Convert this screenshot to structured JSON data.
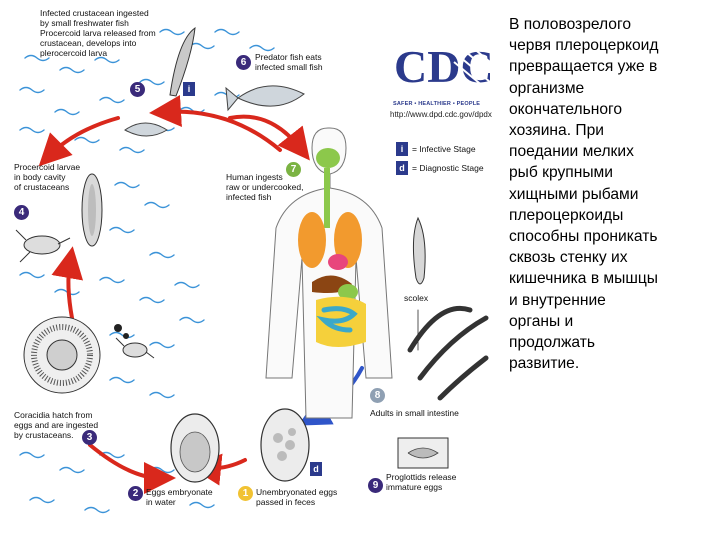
{
  "logo": {
    "text": "CDC",
    "tagline": "SAFER • HEALTHIER • PEOPLE",
    "url": "http://www.dpd.cdc.gov/dpdx"
  },
  "legend": [
    {
      "symbol": "i",
      "text": "= Infective Stage"
    },
    {
      "symbol": "d",
      "text": "= Diagnostic Stage"
    }
  ],
  "stages": [
    {
      "number": "1",
      "lines": [
        "Unembryonated eggs",
        "passed in feces"
      ]
    },
    {
      "number": "2",
      "lines": [
        "Eggs embryonate",
        "in water"
      ]
    },
    {
      "number": "3",
      "lines": [
        "Coracidia hatch from",
        "eggs and are ingested",
        "by crustaceans."
      ]
    },
    {
      "number": "4",
      "lines": [
        "Procercoid larvae",
        "in body cavity",
        "of crustaceans"
      ]
    },
    {
      "number": "5",
      "lines": [
        "Infected crustacean ingested",
        "by small freshwater fish",
        "Procercoid larva released from",
        "crustacean, develops into",
        "plerocercoid larva"
      ]
    },
    {
      "number": "6",
      "lines": [
        "Predator fish eats",
        "infected small fish"
      ]
    },
    {
      "number": "7",
      "lines": [
        "Human ingests",
        "raw or undercooked,",
        "infected fish"
      ]
    },
    {
      "number": "8",
      "lines": [
        "Adults in small intestine"
      ]
    },
    {
      "number": "9",
      "lines": [
        "Proglottids release",
        "immature eggs"
      ]
    }
  ],
  "scolex_label": "scolex",
  "colors": {
    "arrow_red": "#d9281c",
    "arrow_blue": "#2f55c9",
    "water": "#3b93d8",
    "stage_marker": "#3a2a7a",
    "logo_blue": "#2b3a8c"
  },
  "caption_lines": [
    "В половозрелого",
    "червя плероцеркоид",
    "превращается уже в",
    "организме",
    "окончательного",
    "хозяина. При",
    "поедании мелких",
    "рыб крупными",
    "хищными рыбами",
    "плероцеркоиды",
    "способны проникать",
    "сквозь стенку их",
    "кишечника в мышцы",
    "и внутренние",
    "органы и",
    "продолжать",
    "развитие."
  ]
}
